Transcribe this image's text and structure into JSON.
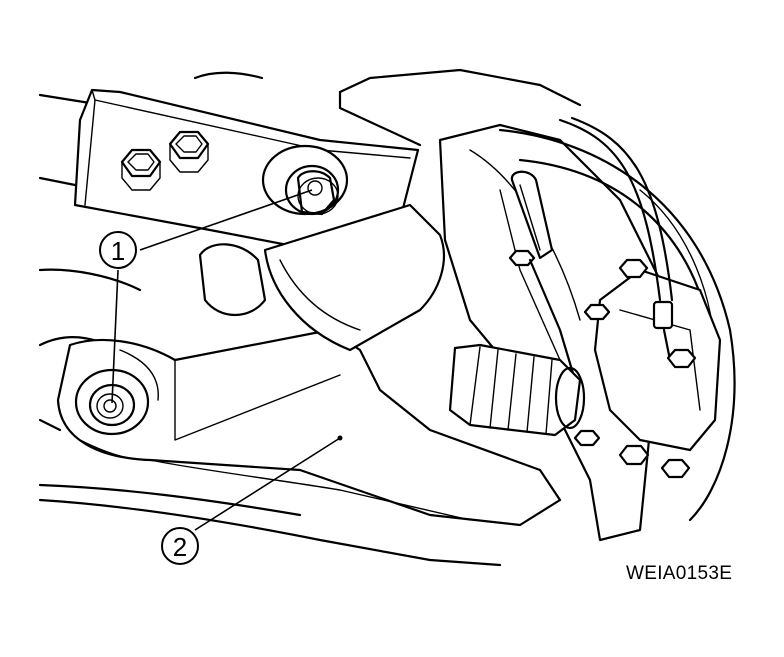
{
  "callouts": [
    {
      "id": "1",
      "label": "1"
    },
    {
      "id": "2",
      "label": "2"
    }
  ],
  "figure_code": "WEIA0153E",
  "colors": {
    "ink": "#000000",
    "paper": "#ffffff"
  }
}
